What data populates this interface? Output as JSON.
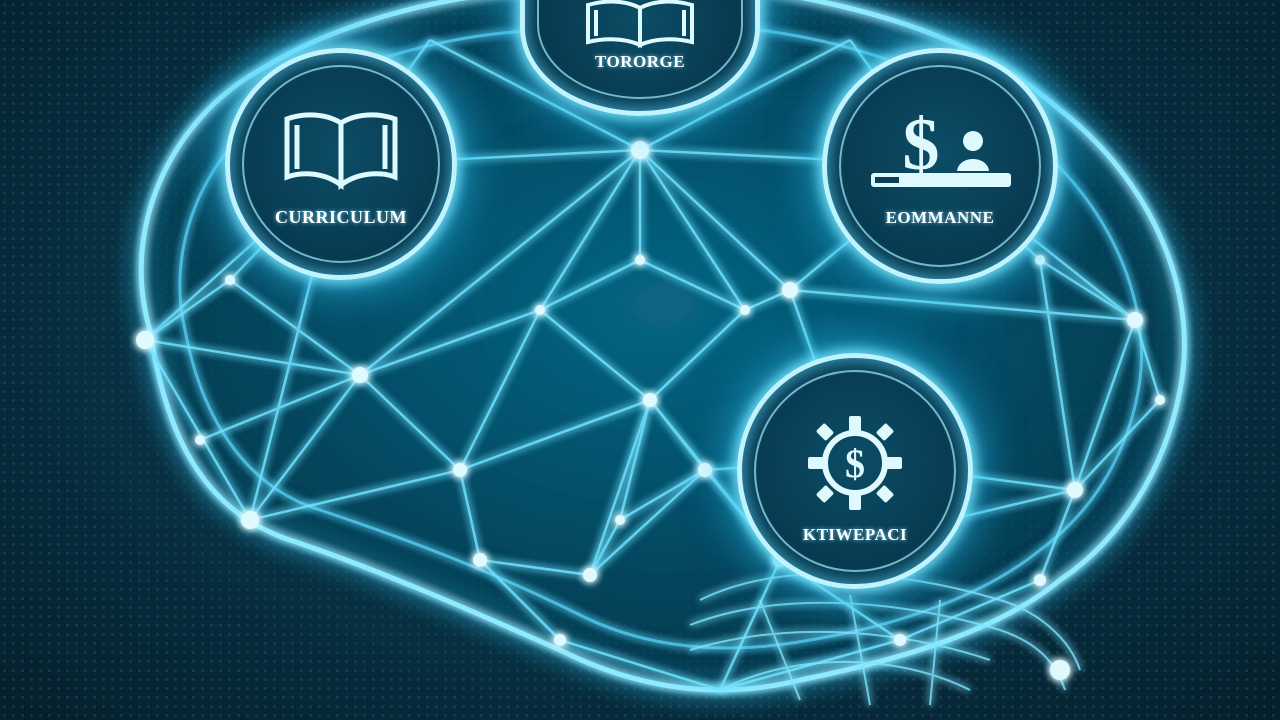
{
  "nodes": {
    "top": {
      "label": "TORORGE",
      "icon": "open-book-icon"
    },
    "left": {
      "label": "CURRICULUM",
      "icon": "open-book-icon"
    },
    "right": {
      "label": "EOMMANNE",
      "icon": "dollar-person-icon"
    },
    "bottom": {
      "label": "KTIWEPACI",
      "icon": "dollar-gear-icon"
    }
  },
  "colors": {
    "background": "#072a3a",
    "glow": "#38d6ff",
    "node_ring": "#bff4ff",
    "label": "#ffffff"
  }
}
